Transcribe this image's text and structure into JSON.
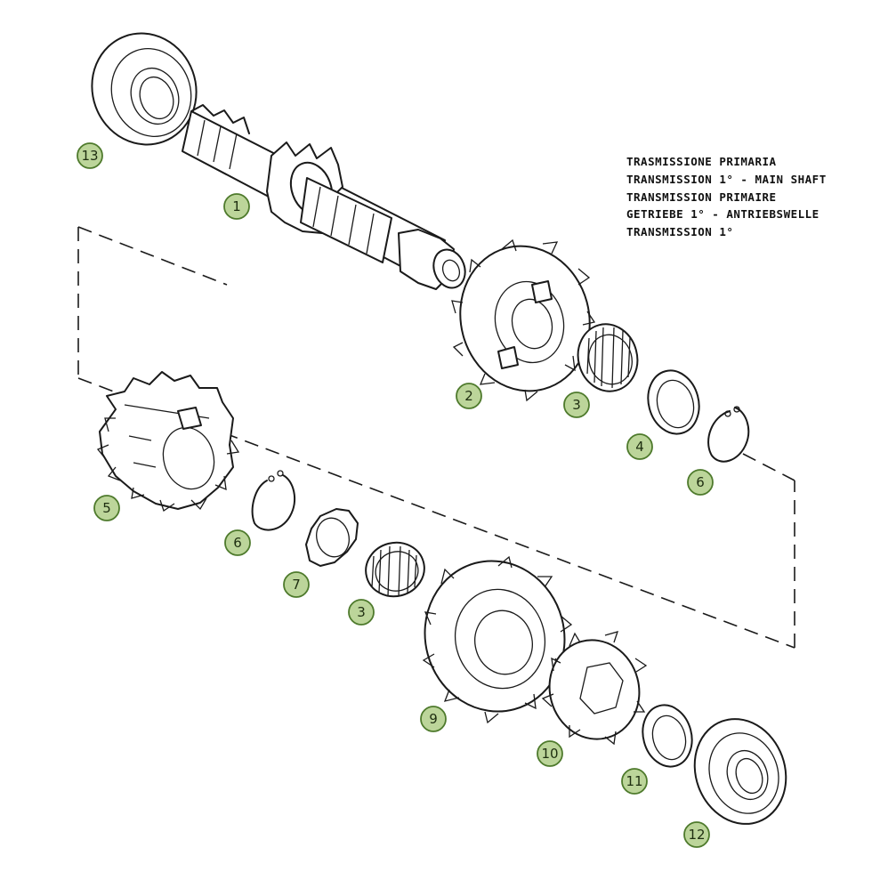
{
  "title_lines": [
    "TRASMISSIONE PRIMARIA",
    "TRANSMISSION 1° - MAIN SHAFT",
    "TRANSMISSION PRIMAIRE",
    "GETRIEBE 1° - ANTRIEBSWELLE",
    "TRANSMISSION 1°"
  ],
  "callouts": [
    "13",
    "1",
    "2",
    "3",
    "4",
    "6",
    "5",
    "6",
    "7",
    "3",
    "9",
    "10",
    "11",
    "12"
  ],
  "colors": {
    "callout_fill": "#bcd59a",
    "callout_stroke": "#4e7a2c",
    "line": "#1a1a1a"
  }
}
